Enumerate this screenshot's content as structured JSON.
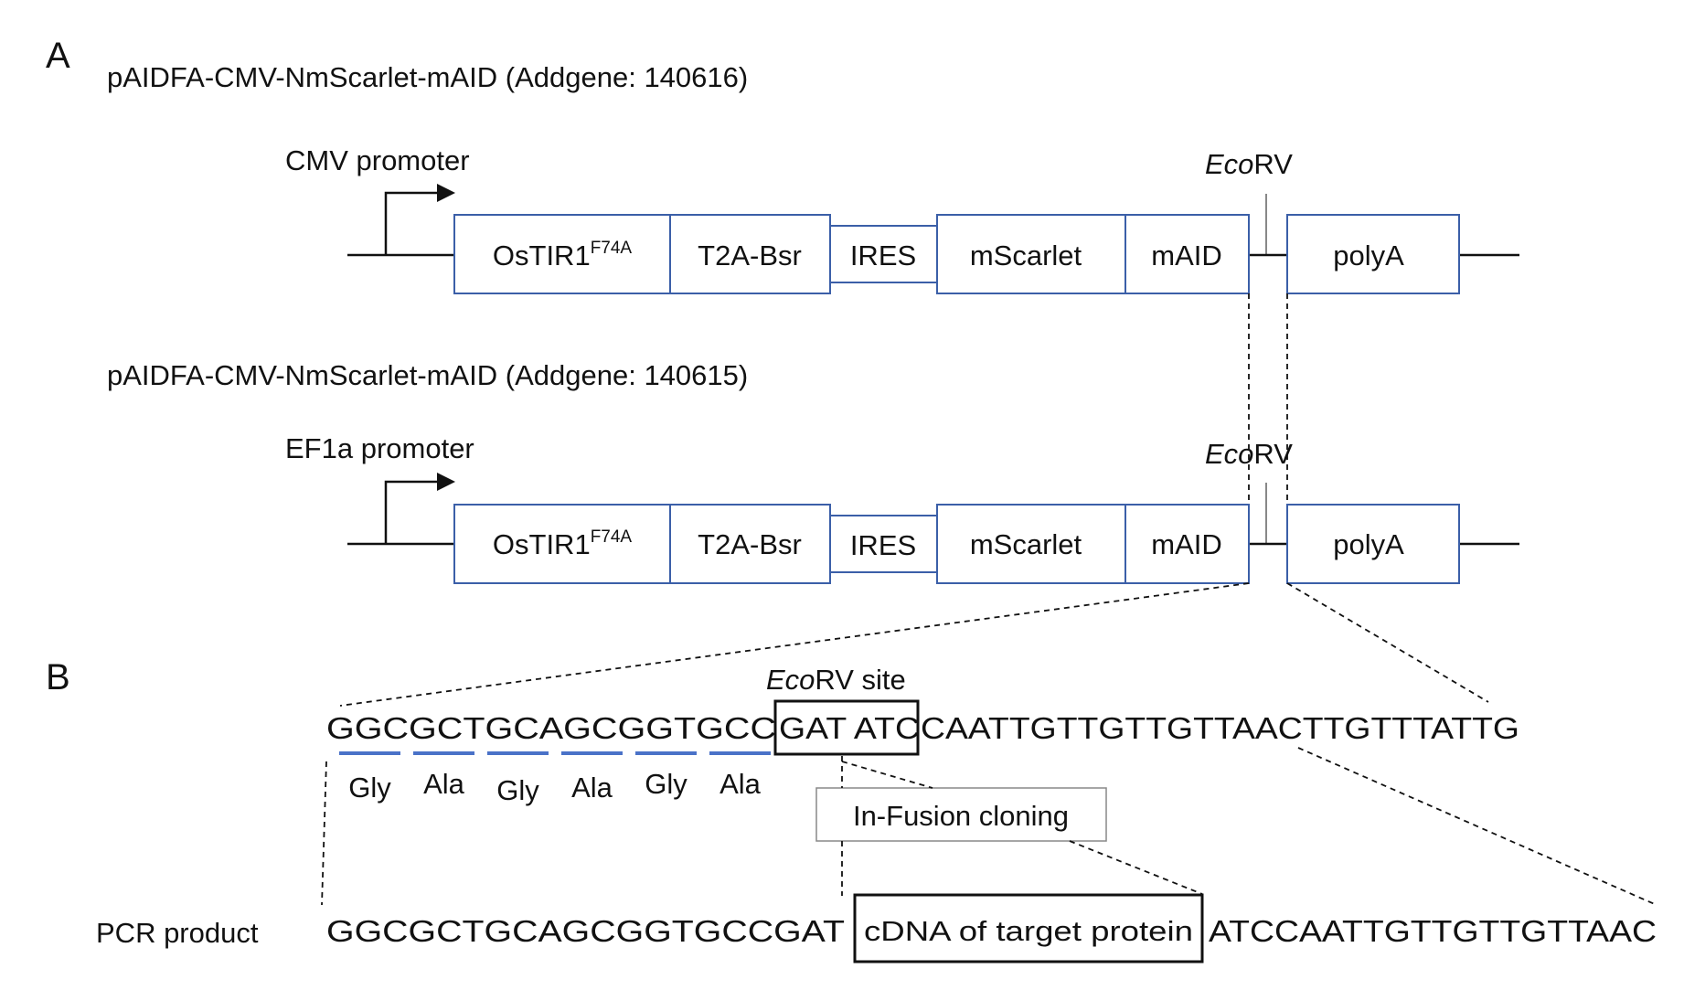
{
  "panels": {
    "a": "A",
    "b": "B"
  },
  "construct1": {
    "title": "pAIDFA-CMV-NmScarlet-mAID (Addgene: 140616)",
    "promoter": "CMV promoter",
    "site": {
      "italic": "Eco",
      "rest": "RV"
    }
  },
  "construct2": {
    "title": "pAIDFA-CMV-NmScarlet-mAID (Addgene: 140615)",
    "promoter": "EF1a promoter",
    "site": {
      "italic": "Eco",
      "rest": "RV"
    }
  },
  "elements": {
    "ostir_base": "OsTIR1",
    "ostir_sup": "F74A",
    "t2a": "T2A-Bsr",
    "ires": "IRES",
    "mscarlet": "mScarlet",
    "maid": "mAID",
    "polya": "polyA"
  },
  "sequence": {
    "site_label": {
      "italic": "Eco",
      "rest": "RV site"
    },
    "left": "GGCGCTGCAGCGGTGCC",
    "site": "GAT ATC",
    "right": "CAATTGTTGTTGTTAACTTGTTTATTG",
    "amino_acids": [
      "Gly",
      "Ala",
      "Gly",
      "Ala",
      "Gly",
      "Ala"
    ],
    "method": "In-Fusion cloning"
  },
  "pcr": {
    "label": "PCR product",
    "left": "GGCGCTGCAGCGGTGCCGAT",
    "insert": "cDNA of target protein",
    "right": "ATCCAATTGTTGTTGTTAAC"
  },
  "colors": {
    "box_border": "#3b5fa8",
    "codon_bar": "#4a72c8",
    "text": "#111111"
  }
}
